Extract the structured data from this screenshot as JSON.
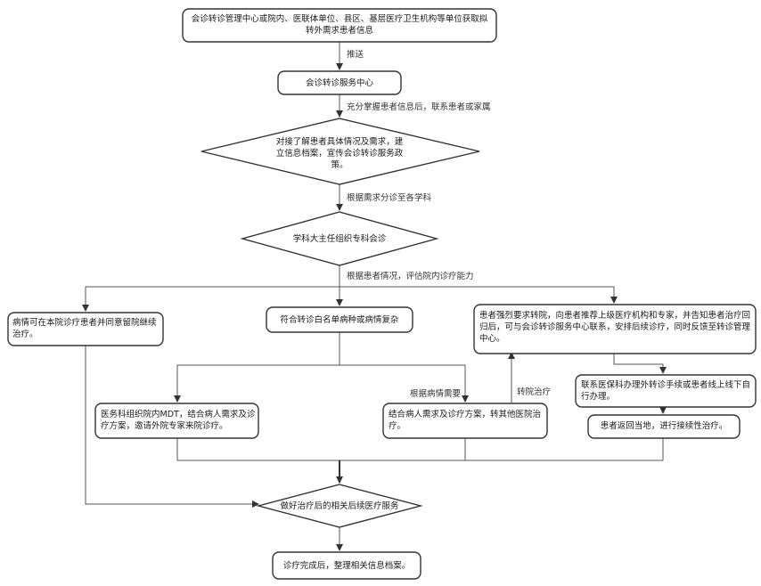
{
  "nodes": {
    "n1": {
      "text": "会诊转诊管理中心或院内、医联体单位、县区、基层医疗卫生机构等单位获取拟转外需求患者信息"
    },
    "n2": {
      "text": "会诊转诊服务中心"
    },
    "d1": {
      "text": "对接了解患者具体情况及需求，建立信息档案，宣传会诊转诊服务政策。"
    },
    "d2": {
      "text": "学科大主任组织专科会诊"
    },
    "left": {
      "text": "病情可在本院诊疗患者并同意留院继续治疗。"
    },
    "mid": {
      "text": "符合转诊白名单病种或病情复杂"
    },
    "right": {
      "text": "患者强烈要求转院，向患者推荐上级医疗机构和专家，并告知患者治疗回归后，可与会诊转诊服务中心联系，安排后续诊疗，同时反馈至转诊管理中心。"
    },
    "mdt": {
      "text": "医务科组织院内MDT，结合病人需求及诊疗方案，邀请外院专家来院诊疗。"
    },
    "other": {
      "text": "结合病人需求及诊疗方案，转其他医院治疗。"
    },
    "ins": {
      "text": "联系医保科办理外转诊手续或患者线上线下自行办理。"
    },
    "ret": {
      "text": "患者返回当地，进行接续性治疗。"
    },
    "d3": {
      "text": "做好治疗后的相关后续医疗服务"
    },
    "end": {
      "text": "诊疗完成后，整理相关信息档案。"
    }
  },
  "edge_labels": {
    "push": "推送",
    "after_info": "充分掌握患者信息后，联系患者或家属",
    "triage": "根据需求分诊至各学科",
    "assess": "根据患者情况，评估院内诊疗能力",
    "by_need": "根据病情需要",
    "transfer": "转院治疗"
  }
}
